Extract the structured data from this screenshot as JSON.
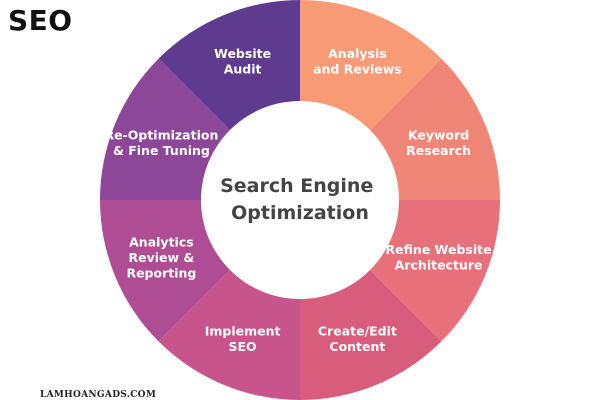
{
  "header": {
    "title": "SEO"
  },
  "diagram": {
    "center_title_lines": [
      "Search Engine",
      "Optimization"
    ],
    "center_text_color": "#444444",
    "segments": [
      {
        "lines": [
          "Analysis",
          "and Reviews"
        ],
        "color": "#F79A75"
      },
      {
        "lines": [
          "Keyword",
          "Research"
        ],
        "color": "#EF8677"
      },
      {
        "lines": [
          "Refine Website",
          "Architecture"
        ],
        "color": "#E8707B"
      },
      {
        "lines": [
          "Create/Edit",
          "Content"
        ],
        "color": "#D85C7C"
      },
      {
        "lines": [
          "Implement",
          "SEO"
        ],
        "color": "#C7548A"
      },
      {
        "lines": [
          "Analytics",
          "Review &",
          "Reporting"
        ],
        "color": "#AE4D94"
      },
      {
        "lines": [
          "Re-Optimization",
          "& Fine Tuning"
        ],
        "color": "#8C4798"
      },
      {
        "lines": [
          "Website",
          "Audit"
        ],
        "color": "#5E3B8F"
      }
    ]
  },
  "footer": {
    "watermark": "LAMHOANGADS.COM"
  }
}
